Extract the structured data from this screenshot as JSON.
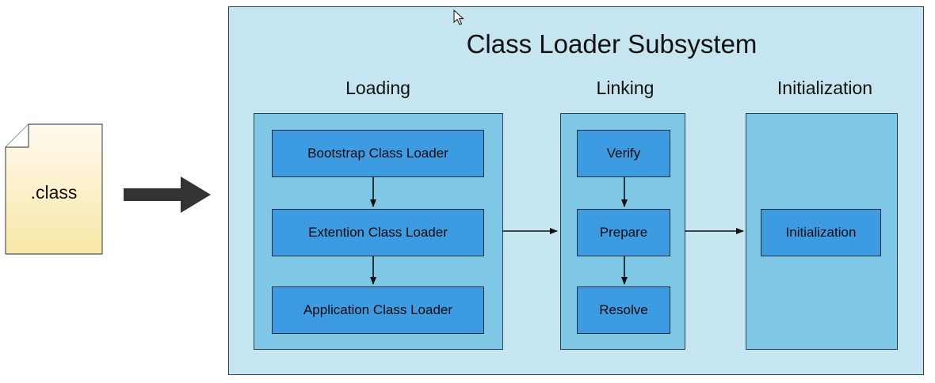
{
  "file": {
    "label": ".class",
    "icon": "file-icon"
  },
  "subsystem": {
    "title": "Class Loader Subsystem",
    "phases": {
      "loading": {
        "title": "Loading",
        "steps": [
          "Bootstrap Class Loader",
          "Extention Class Loader",
          "Application Class Loader"
        ]
      },
      "linking": {
        "title": "Linking",
        "steps": [
          "Verify",
          "Prepare",
          "Resolve"
        ]
      },
      "initialization": {
        "title": "Initialization",
        "steps": [
          "Initialization"
        ]
      }
    }
  },
  "colors": {
    "panel": "#c5e6f0",
    "group": "#7ec8e6",
    "step": "#3d9be2",
    "file": "#fdf0c0",
    "arrow": "#333333"
  }
}
